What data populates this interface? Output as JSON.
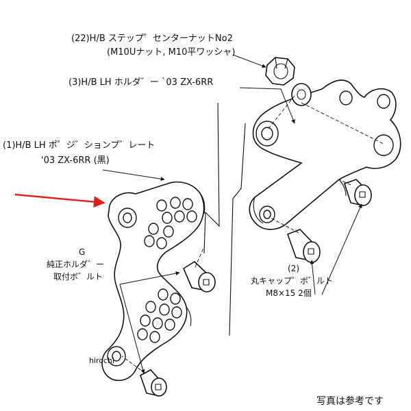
{
  "labels": {
    "part22_line1": "(22)H/B ステップ゜センターナットNo2",
    "part22_line2": "(M10Uナット, M10平ワッシャ)",
    "part3": "(3)H/B LH ホルダ゛ー `03 ZX-6RR",
    "part1_line1": "(1)H/B LH ポ゜ジ゛ションプ゛レート",
    "part1_line2": "'03 ZX-6RR (黒)",
    "g_line1": "G",
    "g_line2": "純正ホルダ゛ー",
    "g_line3": "取付ボ゛ルト",
    "part2_line1": "(2)",
    "part2_line2": "丸キャップ゜ボ゛ルト",
    "part2_line3": "M8×15 2個",
    "watermark": "hirochi",
    "note": "写真は参考です"
  },
  "colors": {
    "line": "#111111",
    "arrow": "#e02020",
    "background": "#ffffff"
  }
}
